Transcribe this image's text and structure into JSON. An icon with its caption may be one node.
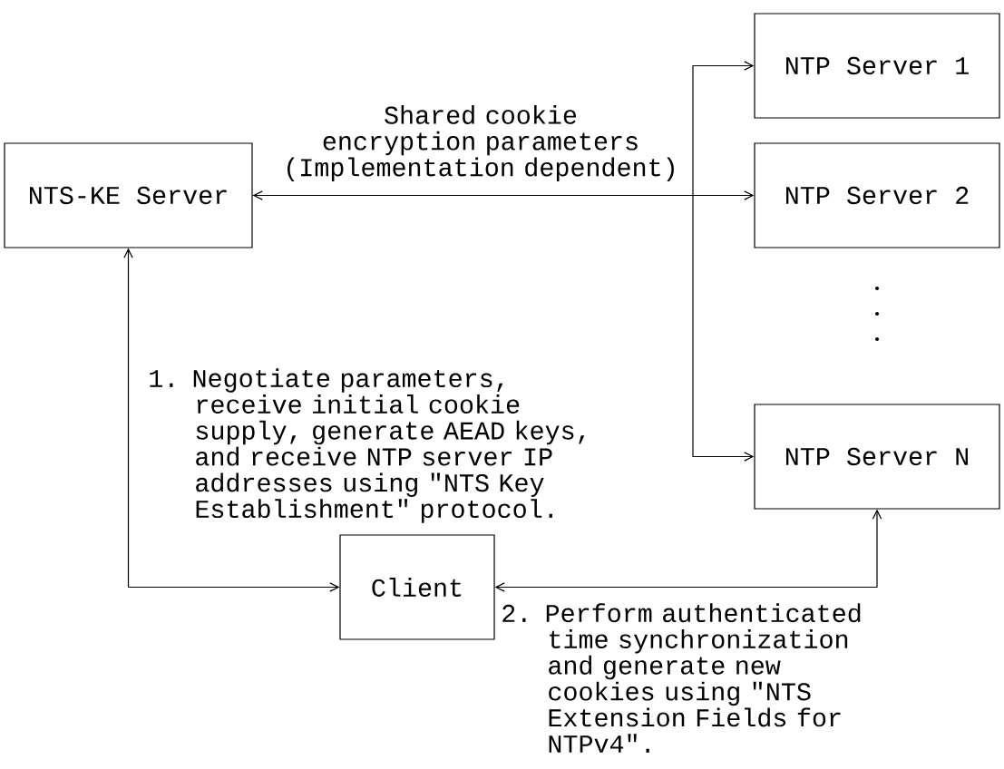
{
  "diagram": {
    "nodes": [
      {
        "text": [
          "NTS-KE Server"
        ]
      },
      {
        "text": [
          "NTP Server 1"
        ]
      },
      {
        "text": [
          "NTP Server 2"
        ]
      },
      {
        "text": [
          "NTP Server N"
        ]
      },
      {
        "text": [
          "Client"
        ]
      }
    ],
    "edges": [
      {
        "from": 0,
        "to": 1,
        "arrow": "both"
      },
      {
        "from": 0,
        "to": 2,
        "arrow": "both",
        "label": "Shared cookie encryption parameters (Implementation dependent)"
      },
      {
        "from": 0,
        "to": 3,
        "arrow": "both"
      },
      {
        "from": 0,
        "to": 4,
        "arrow": "both",
        "label": "1. Negotiate parameters, receive initial cookie supply, generate AEAD keys, and receive NTP server IP addresses using \"NTS Key Establishment\" protocol."
      },
      {
        "from": 4,
        "to": 3,
        "arrow": "both",
        "label": "2. Perform authenticated time synchronization and generate new cookies using \"NTS Extension Fields for NTPv4\"."
      }
    ]
  }
}
